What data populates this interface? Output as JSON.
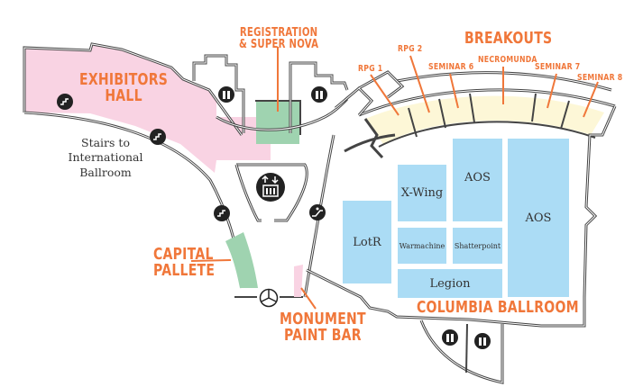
{
  "map": {
    "areas": {
      "exhibitors_hall": "EXHIBITORS\nHALL",
      "registration": "REGISTRATION\n& SUPER NOVA",
      "breakouts": "BREAKOUTS",
      "capital_pallete": "CAPITAL\nPALLETE",
      "monument_paint_bar": "MONUMENT\nPAINT BAR",
      "columbia_ballroom": "COLUMBIA BALLROOM"
    },
    "breakout_rooms": [
      "RPG 1",
      "RPG 2",
      "SEMINAR 6",
      "NECROMUNDA",
      "SEMINAR 7",
      "SEMINAR 8"
    ],
    "stairs_note": "Stairs to\nInternational\nBallroom",
    "game_tables": {
      "lotr": "LotR",
      "xwing": "X-Wing",
      "aos_1": "AOS",
      "aos_2": "AOS",
      "warmachine": "Warmachine",
      "shatterpoint": "Shatterpoint",
      "legion": "Legion"
    },
    "colors": {
      "label_orange": "#f0773a",
      "exhibitors_pink": "#f9d3e3",
      "registration_green": "#9fd3b0",
      "breakouts_yellow": "#fdf7d7",
      "game_blue": "#abdcf5"
    }
  }
}
